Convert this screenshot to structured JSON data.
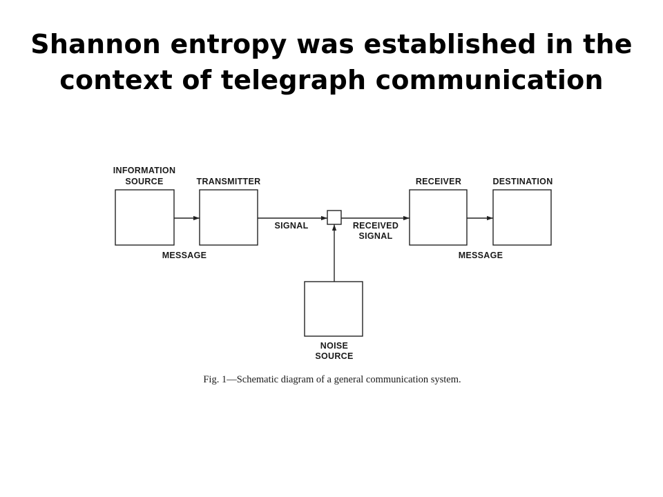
{
  "title": {
    "line1": "Shannon entropy was established in the",
    "line2": "context of telegraph communication"
  },
  "diagram": {
    "source_label_1": "INFORMATION",
    "source_label_2": "SOURCE",
    "transmitter_label": "TRANSMITTER",
    "receiver_label": "RECEIVER",
    "destination_label": "DESTINATION",
    "message_label_left": "MESSAGE",
    "message_label_right": "MESSAGE",
    "signal_label": "SIGNAL",
    "received_signal_label_1": "RECEIVED",
    "received_signal_label_2": "SIGNAL",
    "noise_label_1": "NOISE",
    "noise_label_2": "SOURCE",
    "caption": "Fig. 1—Schematic diagram of a general communication system."
  }
}
